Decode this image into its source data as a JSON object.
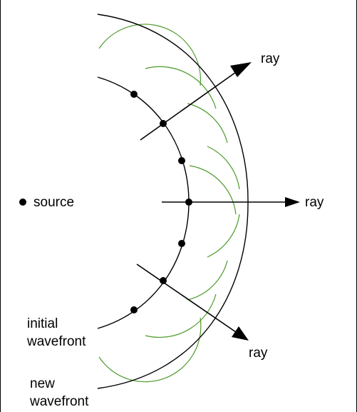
{
  "labels": {
    "ray_top": "ray",
    "ray_middle": "ray",
    "ray_bottom": "ray",
    "source": "source",
    "initial_line1": "initial",
    "initial_line2": "wavefront",
    "new_line1": "new",
    "new_line2": "wavefront"
  },
  "colors": {
    "line": "#000000",
    "wavelet": "#4d9a2a"
  }
}
